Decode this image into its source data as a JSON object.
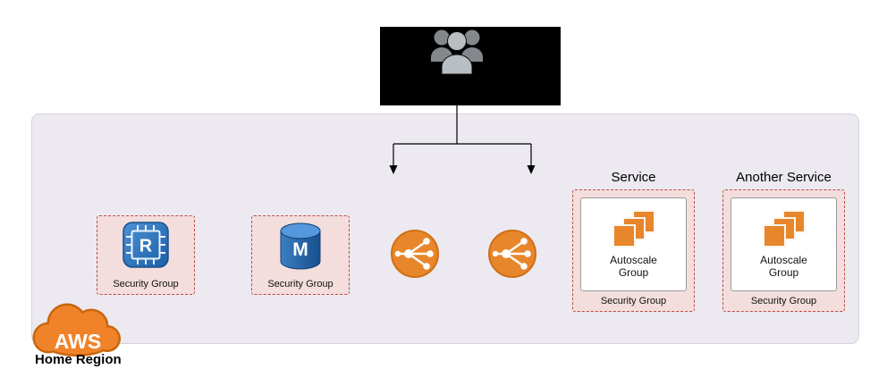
{
  "users": {
    "icon": "users-icon"
  },
  "region": {
    "cloud_label": "AWS",
    "region_label": "Home Region"
  },
  "security_groups": [
    {
      "icon": "elasticache-redis-icon",
      "letter": "R",
      "label": "Security Group"
    },
    {
      "icon": "mongodb-icon",
      "letter": "M",
      "label": "Security Group"
    }
  ],
  "load_balancers": [
    {
      "icon": "load-balancer-icon"
    },
    {
      "icon": "load-balancer-icon"
    }
  ],
  "services": [
    {
      "title": "Service",
      "autoscale_label": "Autoscale Group",
      "security_label": "Security Group"
    },
    {
      "title": "Another Service",
      "autoscale_label": "Autoscale Group",
      "security_label": "Security Group"
    }
  ],
  "colors": {
    "region_fill": "#ECE9F1",
    "security_group_fill": "#F3DEDD",
    "security_group_border": "#BE4B48",
    "aws_orange": "#E8862B",
    "icon_blue": "#2E6DB4",
    "users_backdrop": "#000000"
  }
}
